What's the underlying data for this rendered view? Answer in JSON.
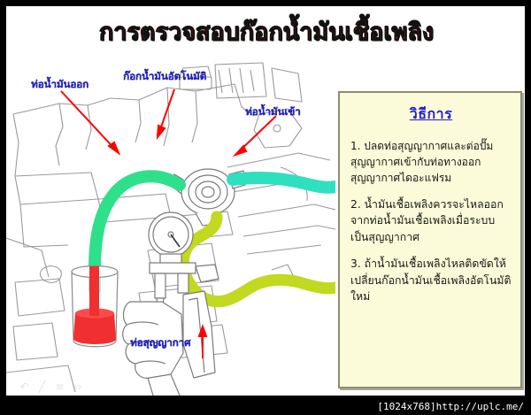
{
  "slide": {
    "title": "การตรวจสอบก๊อกน้ำมันเชื้อเพลิง",
    "title_color": "#d40000",
    "background_color": "#ffffff",
    "frame_color": "#000000"
  },
  "callouts": [
    {
      "name": "fuel-outlet-hose",
      "label": "ท่อน้ำมันออก"
    },
    {
      "name": "automatic-fuel-tap",
      "label": "ก๊อกน้ำมันอัตโนมัติ"
    },
    {
      "name": "fuel-inlet-hose",
      "label": "ท่อน้ำมันเข้า"
    },
    {
      "name": "vacuum-hose",
      "label": "ท่อสุญญากาศ"
    }
  ],
  "callout_color": "#2222bb",
  "panel": {
    "heading": "วิธีการ",
    "heading_color": "#2222cc",
    "background_color": "#fbfbd9",
    "border_color": "#8d8d6d",
    "steps": [
      "1. ปลดท่อสุญญากาศและต่อปั๊มสุญญากาศเข้ากับท่อทางออกสุญญากาศไดอะแฟรม",
      "2. น้ำมันเชื้อเพลิงควรจะไหลออกจากท่อน้ำมันเชื้อเพลิงเมื่อระบบเป็นสุญญากาศ",
      "3. ถ้าน้ำมันเชื้อเพลิงไหลติดขัดให้เปลี่ยนก๊อกน้ำมันเชื้อเพลิงอัตโนมัติใหม่"
    ]
  },
  "diagram": {
    "outlet_hose_color": "#2ee08a",
    "vacuum_hose_color": "#c8e021",
    "inlet_hose_color": "#2ee0c0",
    "fuel_color": "#f03030",
    "sketch_line_color": "#8a8a8a",
    "arrow_color": "#ff0000",
    "parts": [
      "engine-sketch",
      "fuel-outlet-hose",
      "automatic-fuel-tap",
      "fuel-inlet-hose",
      "vacuum-hose",
      "hand-vacuum-pump",
      "vacuum-gauge",
      "beaker-with-fuel",
      "hand"
    ]
  },
  "toolbar": {
    "icons": [
      "undo-icon",
      "pencil-icon",
      "lines-icon",
      "arrow-icon"
    ],
    "glyphs": [
      "↶",
      "╱",
      "≡",
      "⇨"
    ]
  },
  "watermark": {
    "resolution": "[1024x768]",
    "url": "http://uplc.me/"
  }
}
